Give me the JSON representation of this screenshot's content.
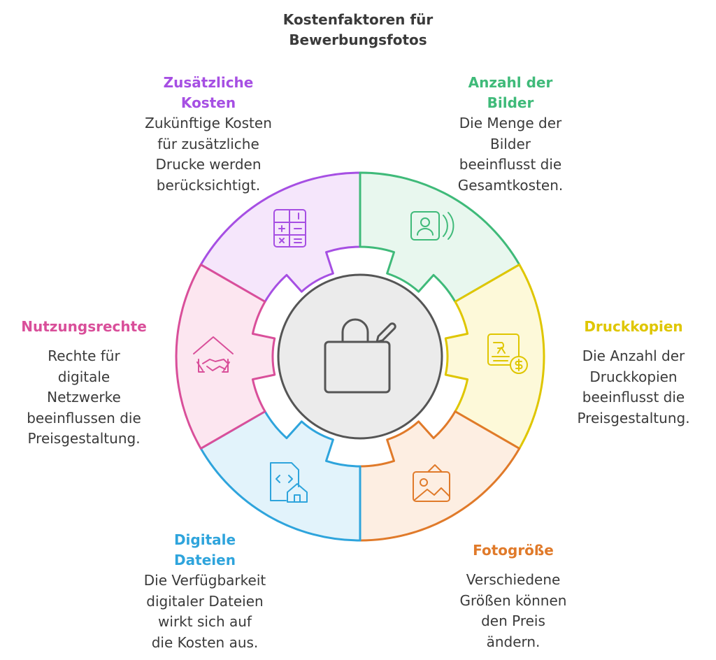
{
  "title": "Kostenfaktoren für\nBewerbungsfotos",
  "colors": {
    "purple": "#a64fe3",
    "green": "#3fba79",
    "yellow": "#dfc600",
    "orange": "#e07a2a",
    "blue": "#2ea4dc",
    "pink": "#d94f9a",
    "center_fill": "#ebebeb",
    "center_stroke": "#555555"
  },
  "center": {
    "icon": "bag-edit-icon"
  },
  "segments": [
    {
      "id": "zusaetzliche-kosten",
      "color": "#a64fe3",
      "fill": "#f5e6fb",
      "icon": "calculator-icon",
      "heading": "Zusätzliche\nKosten",
      "text": "Zukünftige Kosten\nfür zusätzliche\nDrucke werden\nberücksichtigt."
    },
    {
      "id": "anzahl-der-bilder",
      "color": "#3fba79",
      "fill": "#e8f7ee",
      "icon": "portrait-photo-icon",
      "heading": "Anzahl der\nBilder",
      "text": "Die Menge der\nBilder\nbeeinflusst die\nGesamtkosten."
    },
    {
      "id": "druckkopien",
      "color": "#dfc600",
      "fill": "#fdf9d9",
      "icon": "print-cost-icon",
      "heading": "Druckkopien",
      "text": "Die Anzahl der\nDruckkopien\nbeeinflusst die\nPreisgestaltung."
    },
    {
      "id": "fotogroesse",
      "color": "#e07a2a",
      "fill": "#fdeee2",
      "icon": "image-icon",
      "heading": "Fotogröße",
      "text": "Verschiedene\nGrößen können\nden Preis\nändern."
    },
    {
      "id": "digitale-dateien",
      "color": "#2ea4dc",
      "fill": "#e2f3fb",
      "icon": "file-code-home-icon",
      "heading": "Digitale\nDateien",
      "text": "Die Verfügbarkeit\ndigitaler Dateien\nwirkt sich auf\ndie Kosten aus."
    },
    {
      "id": "nutzungsrechte",
      "color": "#d94f9a",
      "fill": "#fce6f0",
      "icon": "handshake-home-icon",
      "heading": "Nutzungsrechte",
      "text": "Rechte für\ndigitale\nNetzwerke\nbeeinflussen die\nPreisgestaltung."
    }
  ]
}
